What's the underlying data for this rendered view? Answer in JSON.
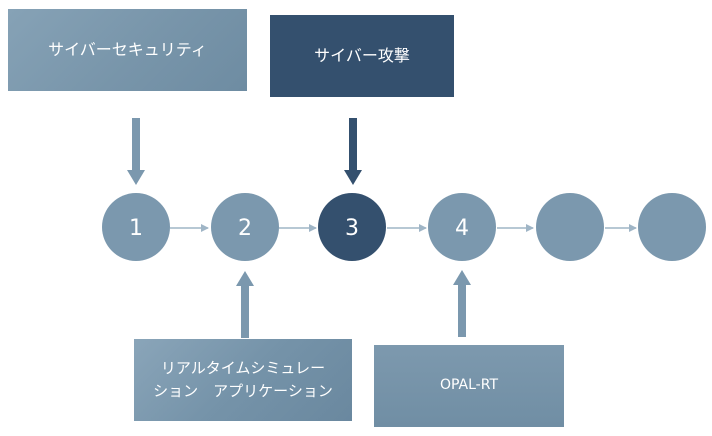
{
  "boxes": {
    "security": "サイバーセキュリティ",
    "attack": "サイバー攻撃",
    "realtime_line1": "リアルタイムシミュレー",
    "realtime_line2": "ション　アプリケーション",
    "opal": "OPAL-RT"
  },
  "nodes": [
    {
      "label": "1",
      "highlight": false
    },
    {
      "label": "2",
      "highlight": false
    },
    {
      "label": "3",
      "highlight": true
    },
    {
      "label": "4",
      "highlight": false
    },
    {
      "label": "",
      "highlight": false
    },
    {
      "label": "",
      "highlight": false
    }
  ],
  "colors": {
    "node": "#7b98ae",
    "node_highlight": "#34506e",
    "arrow": "#7b98ae",
    "arrow_dark": "#34506e",
    "connector": "#9fb5c6"
  }
}
